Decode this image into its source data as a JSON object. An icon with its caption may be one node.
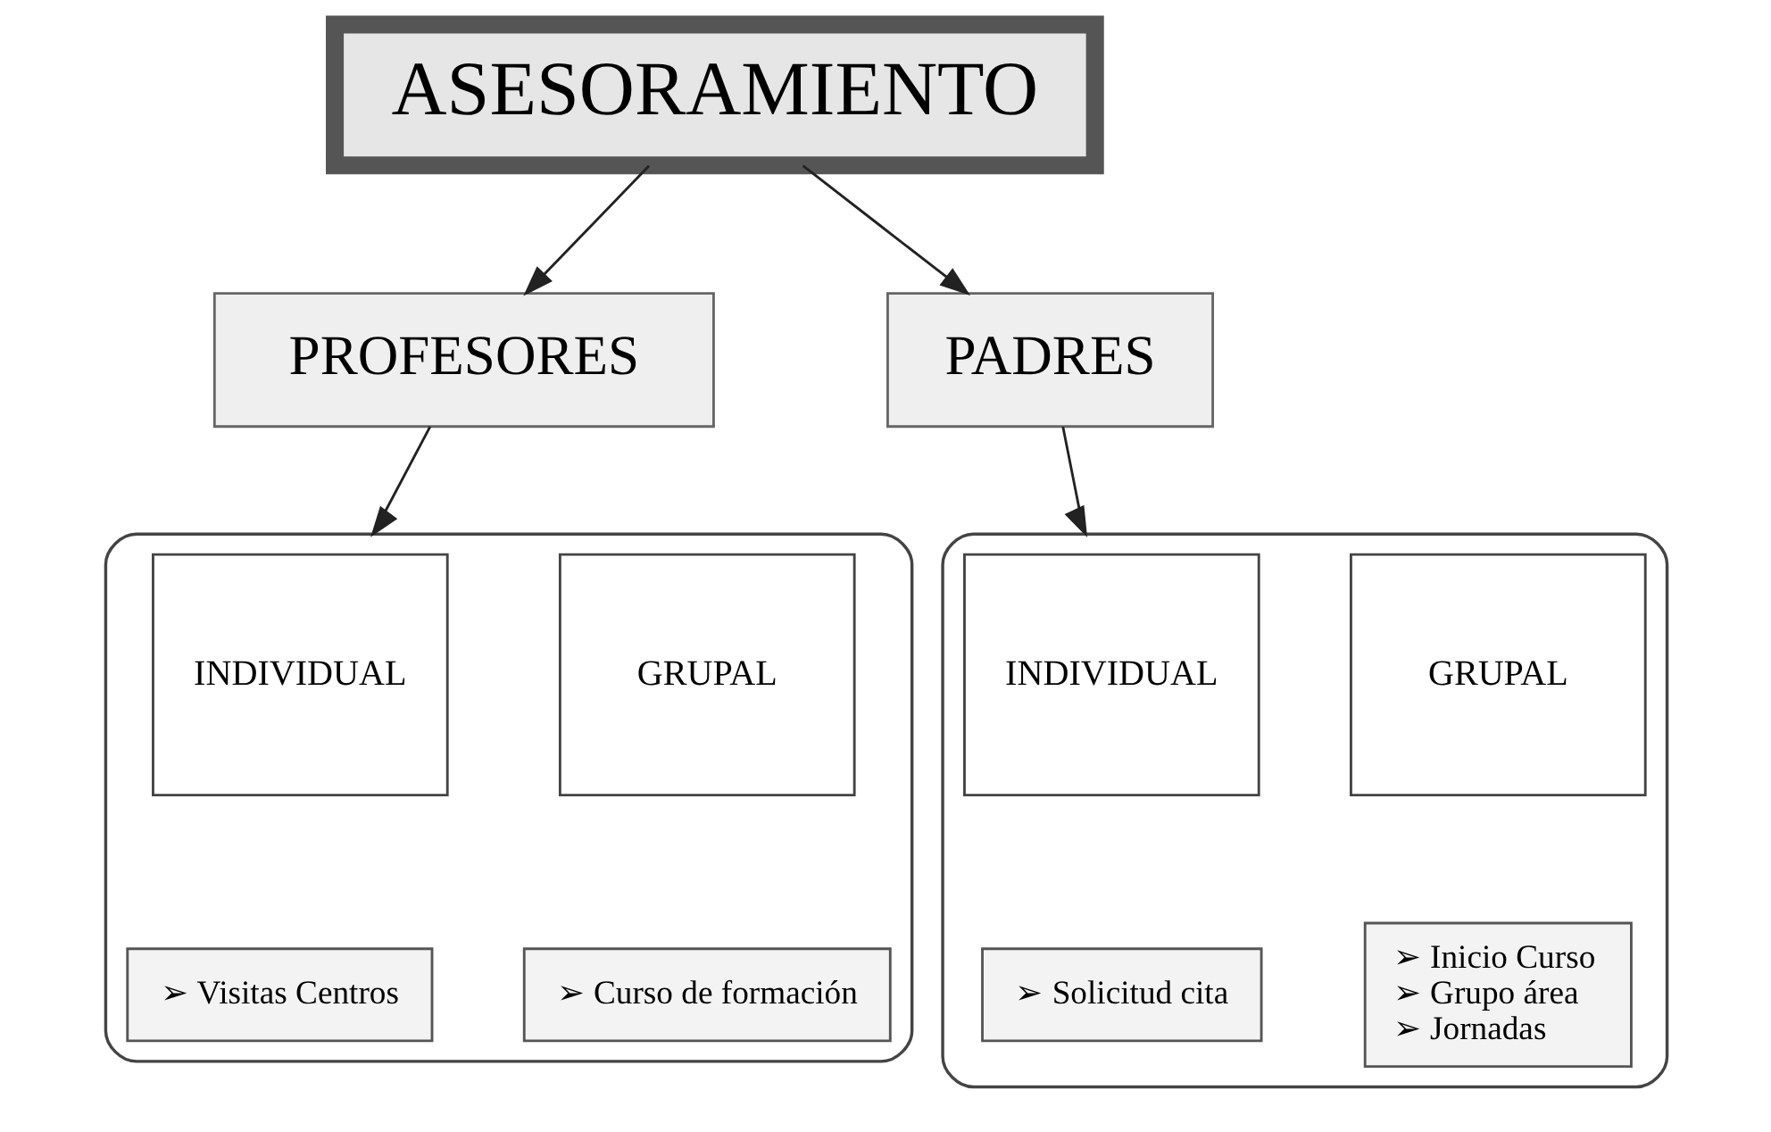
{
  "diagram": {
    "nodes": [
      {
        "text": [
          "ASESORAMIENTO"
        ]
      },
      {
        "text": [
          "PROFESORES"
        ]
      },
      {
        "text": [
          "PADRES"
        ]
      },
      {
        "text": [],
        "shape": "arch"
      },
      {
        "text": [
          "GRUPAL"
        ],
        "in": 3
      },
      {
        "text": [
          "INDIVIDUAL"
        ],
        "in": 3
      },
      {
        "text": [
          "➢ Curso de formación"
        ],
        "in": 3
      },
      {
        "text": [
          "➢ Visitas Centros"
        ],
        "in": 3
      },
      {
        "text": [],
        "shape": "arch"
      },
      {
        "text": [
          "GRUPAL"
        ],
        "in": 8
      },
      {
        "text": [
          "INDIVIDUAL"
        ],
        "in": 8
      },
      {
        "text": [
          "➢ Inicio Curso",
          "➢ Grupo área",
          "➢ Jornadas"
        ],
        "in": 8
      },
      {
        "text": [
          "➢ Solicitud cita"
        ],
        "in": 8
      }
    ],
    "edges": [
      {
        "from": 0,
        "to": 1,
        "arrow": "to"
      },
      {
        "from": 0,
        "to": 2,
        "arrow": "to"
      },
      {
        "from": 1,
        "to": 3,
        "arrow": "to"
      },
      {
        "from": 2,
        "to": 8,
        "arrow": "to"
      }
    ]
  }
}
